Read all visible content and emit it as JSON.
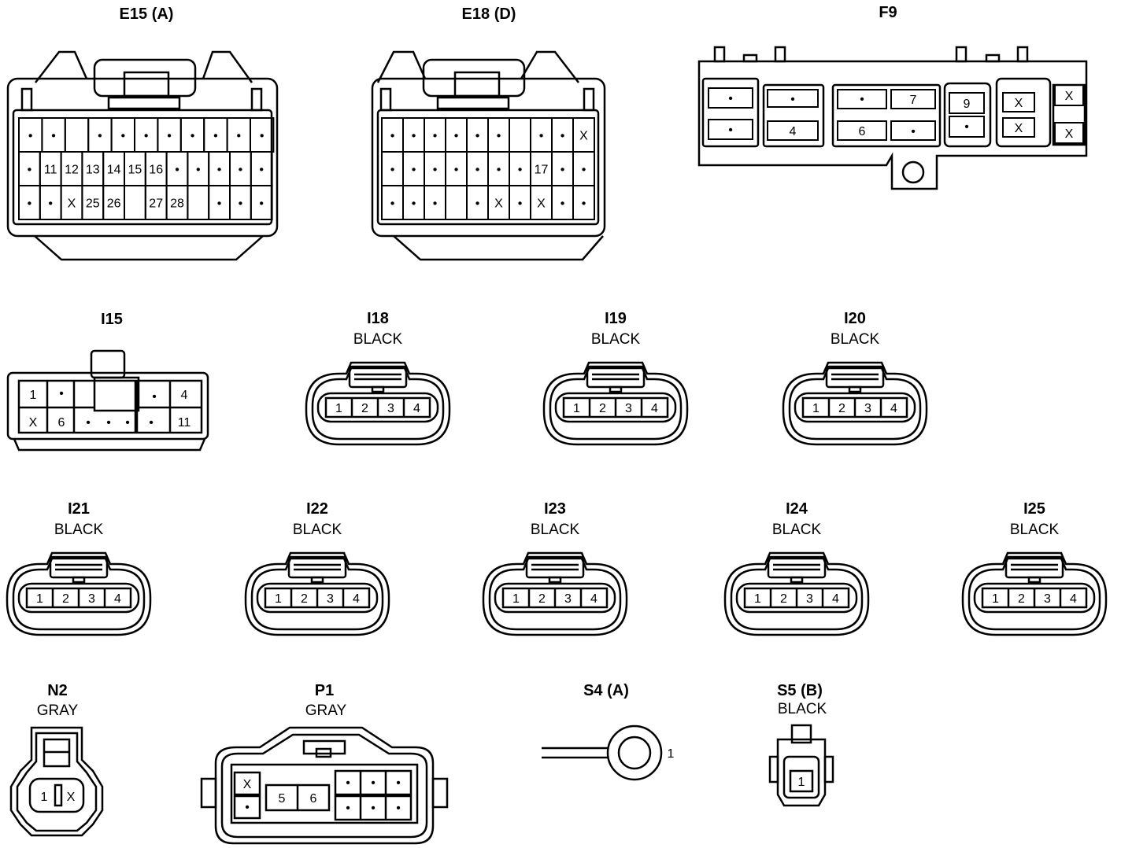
{
  "connectors": {
    "E15": {
      "title": "E15 (A)",
      "rows": [
        [
          "•",
          "•",
          "",
          "•",
          "•",
          "•",
          "•",
          "•",
          "•",
          "•",
          "•"
        ],
        [
          "•",
          "11",
          "12",
          "13",
          "14",
          "15",
          "16",
          "•",
          "•",
          "•",
          "•",
          "•"
        ],
        [
          "•",
          "•",
          "X",
          "25",
          "26",
          "",
          "27",
          "28",
          "",
          "•",
          "•",
          "•"
        ]
      ]
    },
    "E18": {
      "title": "E18 (D)",
      "rows": [
        [
          "•",
          "•",
          "•",
          "•",
          "•",
          "•",
          "",
          "•",
          "•",
          "X"
        ],
        [
          "•",
          "•",
          "•",
          "•",
          "•",
          "•",
          "•",
          "17",
          "•",
          "•"
        ],
        [
          "•",
          "•",
          "•",
          "",
          "•",
          "X",
          "•",
          "X",
          "•",
          "•"
        ]
      ]
    },
    "F9": {
      "title": "F9",
      "cells": [
        "•",
        "•",
        "•",
        "4",
        "•",
        "6",
        "7",
        "•",
        "9",
        "•",
        "X",
        "X",
        "X",
        "X"
      ]
    },
    "I15": {
      "title": "I15",
      "top": [
        "1",
        "•",
        "•",
        "4"
      ],
      "bottom": [
        "X",
        "6",
        "•",
        "•",
        "•",
        "•",
        "11"
      ]
    },
    "I18": {
      "title": "I18",
      "color": "BLACK",
      "pins": [
        "1",
        "2",
        "3",
        "4"
      ]
    },
    "I19": {
      "title": "I19",
      "color": "BLACK",
      "pins": [
        "1",
        "2",
        "3",
        "4"
      ]
    },
    "I20": {
      "title": "I20",
      "color": "BLACK",
      "pins": [
        "1",
        "2",
        "3",
        "4"
      ]
    },
    "I21": {
      "title": "I21",
      "color": "BLACK",
      "pins": [
        "1",
        "2",
        "3",
        "4"
      ]
    },
    "I22": {
      "title": "I22",
      "color": "BLACK",
      "pins": [
        "1",
        "2",
        "3",
        "4"
      ]
    },
    "I23": {
      "title": "I23",
      "color": "BLACK",
      "pins": [
        "1",
        "2",
        "3",
        "4"
      ]
    },
    "I24": {
      "title": "I24",
      "color": "BLACK",
      "pins": [
        "1",
        "2",
        "3",
        "4"
      ]
    },
    "I25": {
      "title": "I25",
      "color": "BLACK",
      "pins": [
        "1",
        "2",
        "3",
        "4"
      ]
    },
    "N2": {
      "title": "N2",
      "color": "GRAY",
      "pins": [
        "1",
        "X"
      ]
    },
    "P1": {
      "title": "P1",
      "color": "GRAY",
      "top": [
        "X",
        "•",
        "•",
        "•"
      ],
      "middle": [
        "5",
        "6"
      ],
      "bottom": [
        "•",
        "•",
        "•",
        "•"
      ]
    },
    "S4": {
      "title": "S4 (A)",
      "pin": "1"
    },
    "S5": {
      "title": "S5 (B)",
      "color": "BLACK",
      "pin": "1"
    }
  }
}
